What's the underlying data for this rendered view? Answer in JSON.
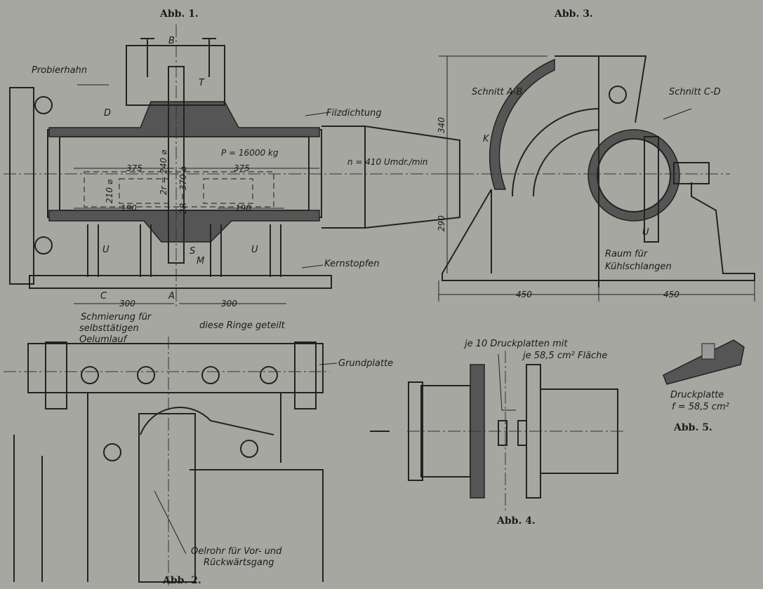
{
  "captions": {
    "abb1": "Abb. 1.",
    "abb2": "Abb. 2.",
    "abb3": "Abb. 3.",
    "abb4": "Abb. 4.",
    "abb5": "Abb. 5."
  },
  "abb1": {
    "probierhahn": "Probierhahn",
    "b": "B",
    "t": "T",
    "d": "D",
    "filzdichtung": "Filzdichtung",
    "load": "P = 16000 kg",
    "speed": "n = 410 Umdr./min",
    "dim_375_left": "375",
    "dim_375_right": "375",
    "dim_2r": "2r = 240 ⌀",
    "dim_2R": "2R = 370 ⌀",
    "dim_210": "210 ⌀",
    "dim_190_left": "190",
    "dim_190_right": "190",
    "u_left": "U",
    "u_right": "U",
    "s": "S",
    "m": "M",
    "kernstopfen": "Kernstopfen",
    "c": "C",
    "a": "A",
    "dim_300_left": "300",
    "dim_300_right": "300",
    "schmierung_1": "Schmierung für",
    "schmierung_2": "selbsttätigen",
    "schmierung_3": "Oelumlauf",
    "ringe": "diese Ringe geteilt"
  },
  "abb3": {
    "schnitt_ab": "Schnitt A-B",
    "schnitt_cd": "Schnitt C-D",
    "k": "K",
    "dim_340": "340",
    "dim_290": "290",
    "u": "U",
    "raum_1": "Raum für",
    "raum_2": "Kühlschlangen",
    "dim_450_left": "450",
    "dim_450_right": "450"
  },
  "abb2": {
    "grundplatte": "Grundplatte",
    "oelrohr_1": "Oelrohr für Vor- und",
    "oelrohr_2": "Rückwärtsgang"
  },
  "abb4": {
    "note_1": "je 10 Druckplatten mit",
    "note_2": "je 58,5 cm² Fläche"
  },
  "abb5": {
    "name": "Druckplatte",
    "area": "f = 58,5 cm²"
  }
}
